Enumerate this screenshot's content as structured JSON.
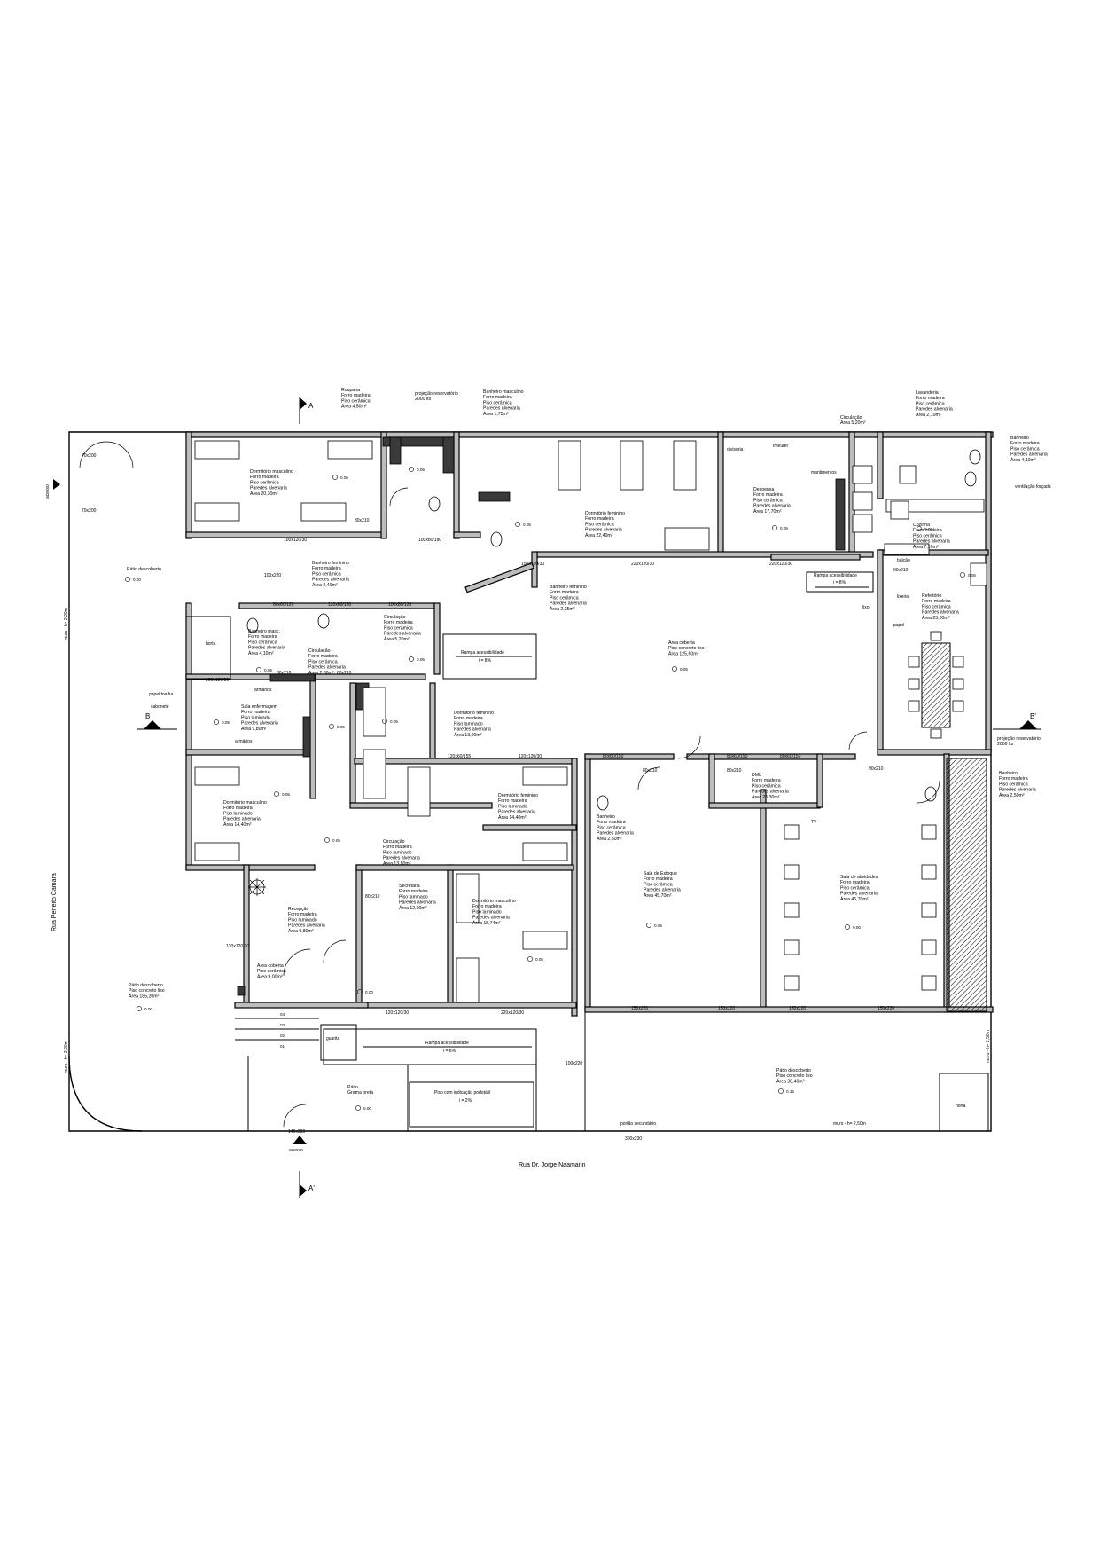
{
  "streets": {
    "bottom": "Rua Dr. Jorge Naamann",
    "left": "Rua Perfeito Camara"
  },
  "cuts": {
    "a_top": "A",
    "a_bottom": "A'",
    "b_left": "B",
    "b_right": "B'"
  },
  "rooms": [
    {
      "id": "dorm-masc-1",
      "lines": [
        "Dormitório masculino",
        "Forro madeira",
        "Piso cerâmica",
        "Paredes alvenaria",
        "Área 20,30m²"
      ]
    },
    {
      "id": "rouparia",
      "lines": [
        "Rouparia",
        "Forro madeira",
        "Piso cerâmica",
        "Área 4,50m²"
      ]
    },
    {
      "id": "proj-reservatorio-top",
      "lines": [
        "projeção reservatório",
        "2000 lts"
      ]
    },
    {
      "id": "banheiro-masc-top",
      "lines": [
        "Banheiro masculino",
        "Forro madeira",
        "Piso cerâmica",
        "Paredes alvenaria",
        "Área 1,75m²"
      ]
    },
    {
      "id": "dorm-fem-top",
      "lines": [
        "Dormitório feminino",
        "Forro madeira",
        "Piso cerâmica",
        "Paredes alvenaria",
        "Área 22,40m²"
      ]
    },
    {
      "id": "banheiro-fem-top",
      "lines": [
        "Banheiro feminino",
        "Forro madeira",
        "Piso cerâmica",
        "Paredes alvenaria",
        "Área 2,35m²"
      ]
    },
    {
      "id": "despensa",
      "lines": [
        "Despensa",
        "Forro madeira",
        "Piso cerâmica",
        "Paredes alvenaria",
        "Área 17,70m²"
      ]
    },
    {
      "id": "circ-top-right",
      "lines": [
        "Circulação",
        "Área 5,20m²"
      ]
    },
    {
      "id": "lavanderia",
      "lines": [
        "Lavanderia",
        "Forro madeira",
        "Piso cerâmica",
        "Paredes alvenaria",
        "Área 2,10m²"
      ]
    },
    {
      "id": "banheiro-top-right",
      "lines": [
        "Banheiro",
        "Forro madeira",
        "Piso cerâmica",
        "Paredes alvenaria",
        "Área 4,10m²"
      ]
    },
    {
      "id": "cozinha",
      "lines": [
        "Cozinha",
        "Forro madeira",
        "Piso cerâmica",
        "Paredes alvenaria",
        "Área 7,10m²"
      ]
    },
    {
      "id": "refeitorio",
      "lines": [
        "Refeitório",
        "Forro madeira",
        "Piso cerâmica",
        "Paredes alvenaria",
        "Área 23,00m²"
      ]
    },
    {
      "id": "area-coberta-center",
      "lines": [
        "Área coberta",
        "Piso concreto liso",
        "Área 125,60m²"
      ]
    },
    {
      "id": "patio-top-left",
      "lines": [
        "Pátio descoberto"
      ]
    },
    {
      "id": "banheiro-fem-mid",
      "lines": [
        "Banheiro feminino",
        "Forro madeira",
        "Piso cerâmica",
        "Paredes alvenaria",
        "Área 2,40m²"
      ]
    },
    {
      "id": "banheiro-masc-mid",
      "lines": [
        "Banheiro masc.",
        "Forro madeira",
        "Piso cerâmica",
        "Paredes alvenaria",
        "Área 4,10m²"
      ]
    },
    {
      "id": "circ-mid",
      "lines": [
        "Circulação",
        "Forro madeira",
        "Piso cerâmica",
        "Paredes alvenaria",
        "Área 2,00m²"
      ]
    },
    {
      "id": "circ-mid-2",
      "lines": [
        "Circulação",
        "Forro madeira",
        "Piso cerâmica",
        "Paredes alvenaria",
        "Área 5,20m²"
      ]
    },
    {
      "id": "sala-enfermagem",
      "lines": [
        "Sala enfermagem",
        "Forro madeira",
        "Piso laminado",
        "Paredes alvenaria",
        "Área 9,80m²"
      ]
    },
    {
      "id": "dorm-fem-mid",
      "lines": [
        "Dormitório feminino",
        "Forro madeira",
        "Piso laminado",
        "Paredes alvenaria",
        "Área 13,00m²"
      ]
    },
    {
      "id": "dorm-masc-left",
      "lines": [
        "Dormitório masculino",
        "Forro madeira",
        "Piso laminado",
        "Paredes alvenaria",
        "Área 14,40m²"
      ]
    },
    {
      "id": "dorm-fem-center",
      "lines": [
        "Dormitório feminino",
        "Forro madeira",
        "Piso laminado",
        "Paredes alvenaria",
        "Área 14,40m²"
      ]
    },
    {
      "id": "circ-center",
      "lines": [
        "Circulação",
        "Forro madeira",
        "Piso laminado",
        "Paredes alvenaria",
        "Área 13,80m²"
      ]
    },
    {
      "id": "recepcao",
      "lines": [
        "Recepção",
        "Forro madeira",
        "Piso laminado",
        "Paredes alvenaria",
        "Área 9,80m²"
      ]
    },
    {
      "id": "secretaria",
      "lines": [
        "Secretaria",
        "Forro madeira",
        "Piso laminado",
        "Paredes alvenaria",
        "Área 12,00m²"
      ]
    },
    {
      "id": "dorm-masc-bottom",
      "lines": [
        "Dormitório masculino",
        "Forro madeira",
        "Piso laminado",
        "Paredes alvenaria",
        "Área 15,74m²"
      ]
    },
    {
      "id": "area-coberta-entry",
      "lines": [
        "Área coberta",
        "Piso cerâmica",
        "Área 9,00m²"
      ]
    },
    {
      "id": "banheiro-center",
      "lines": [
        "Banheiro",
        "Forro madeira",
        "Piso cerâmica",
        "Paredes alvenaria",
        "Área 2,50m²"
      ]
    },
    {
      "id": "sala-esteque",
      "lines": [
        "Sala de Estoque",
        "Forro madeira",
        "Piso cerâmica",
        "Paredes alvenaria",
        "Área 45,70m²"
      ]
    },
    {
      "id": "dml",
      "lines": [
        "DML",
        "Forro madeira",
        "Piso cerâmica",
        "Paredes alvenaria",
        "Área 25,30m²"
      ]
    },
    {
      "id": "sala-atividades",
      "lines": [
        "Sala de atividades",
        "Forro madeira",
        "Piso cerâmica",
        "Paredes alvenaria",
        "Área 45,70m²"
      ]
    },
    {
      "id": "banheiro-right",
      "lines": [
        "Banheiro",
        "Forro madeira",
        "Piso cerâmica",
        "Paredes alvenaria",
        "Área 2,50m²"
      ]
    },
    {
      "id": "proj-reservatorio-right",
      "lines": [
        "projeção reservatório",
        "2000 lts"
      ]
    },
    {
      "id": "patio-bottom-left",
      "lines": [
        "Pátio descoberto",
        "Piso concreto liso",
        "Área 185,20m²"
      ]
    },
    {
      "id": "patio-bottom-right",
      "lines": [
        "Pátio descoberto",
        "Piso concreto liso",
        "Área 38,40m²"
      ]
    },
    {
      "id": "patio-gramado",
      "lines": [
        "Pátio",
        "Grama preta"
      ]
    }
  ],
  "labels": {
    "horta_left": "horta",
    "horta_right": "horta",
    "imeurer": "Imeurer",
    "divisoria": "divisória",
    "mantimentos": "mantimentos",
    "balcao": "balcão",
    "armarios_1": "armários",
    "armarios_2": "armários",
    "papel_toalha": "papel toalha",
    "sabonete": "sabonete",
    "lixo": "lixo",
    "papel": "papel",
    "lixeira": "lixeira",
    "tv": "TV",
    "ventilacao": "ventilação forçada",
    "rampa_top": "Rampa acessibilidade",
    "rampa_top_inc": "i = 8%",
    "rampa_mid": "Rampa acessibilidade",
    "rampa_mid_inc": "i = 8%",
    "rampa_right": "Rampa acessibilidade",
    "rampa_right_inc": "i = 8%",
    "rampa_bottom": "Rampa acessibilidade",
    "rampa_bottom_inc": "i = 8%",
    "piso_podotatil": "Piso com indicação podotátil",
    "piso_podotatil_inc": "i = 2%",
    "portao_secundario": "portão secundário",
    "acesso_left": "acesso",
    "acesso_bottom": "acesso",
    "muro_left_top": "muro - h= 2,20m",
    "muro_left_bottom": "muro - h= 2,20m",
    "muro_right": "muro - h= 2,50m",
    "muro_bottom": "muro - h= 2,50m",
    "guarita": "guarita"
  },
  "dimensions": {
    "d_70x200_a": "70x200",
    "d_70x200_b": "70x200",
    "d_100x220_a": "100x220",
    "d_80x210_a": "80x210",
    "d_100x120x30_a": "100x120/30",
    "d_100x80x180": "100x80/180",
    "d_150x120x30": "150x120/30",
    "d_220x120x30_a": "220x120/30",
    "d_220x120x30_b": "220x120/30",
    "d_80x60x120": "80x60/120",
    "d_120x60x150": "120x60/150",
    "d_100x80x120": "100x80/120",
    "d_80x210_b": "80x210",
    "d_80x210_c": "80x210",
    "d_90x210_a": "90x210",
    "d_200x120x30_a": "200x120/30",
    "d_120x60x155": "120x60/155",
    "d_120x120x30_a": "120x120/30",
    "d_80x60x150_a": "80x60/150",
    "d_80x60x150_b": "80x60/150",
    "d_80x60x150_c": "80x60/150",
    "d_80x210_d": "80x210",
    "d_80x210_e": "80x210",
    "d_120x120x30_b": "120x120/30",
    "d_120x120x30_c": "120x120/30",
    "d_220x120x30_c": "220x120/30",
    "d_150x220_a": "150x220",
    "d_150x220_b": "150x220",
    "d_150x220_c": "150x220",
    "d_150x220_d": "150x220",
    "d_100x220_b": "100x220",
    "d_140x230": "140x230",
    "d_300x230": "300x230",
    "d_80x210_f": "80x210",
    "d_90x210_b": "90x210"
  },
  "levels": {
    "l1": "0.05",
    "l2": "0.05",
    "l3": "0.05",
    "l4": "0.05",
    "l5": "0.05",
    "l6": "0.05",
    "l7": "0.00",
    "l8": "0.05",
    "l9": "0.05",
    "l10": "0.05",
    "l11": "0.05",
    "l12": "0.05",
    "l13": "0.05",
    "l14": "0.05",
    "l15": "0.05",
    "l16": "0.05",
    "l17": "0.05",
    "l18": "0.00",
    "l19": "0.00",
    "l20": "0.15",
    "l21": "0.00",
    "l22": "0.00"
  },
  "steps": [
    "04",
    "03",
    "02",
    "01"
  ]
}
